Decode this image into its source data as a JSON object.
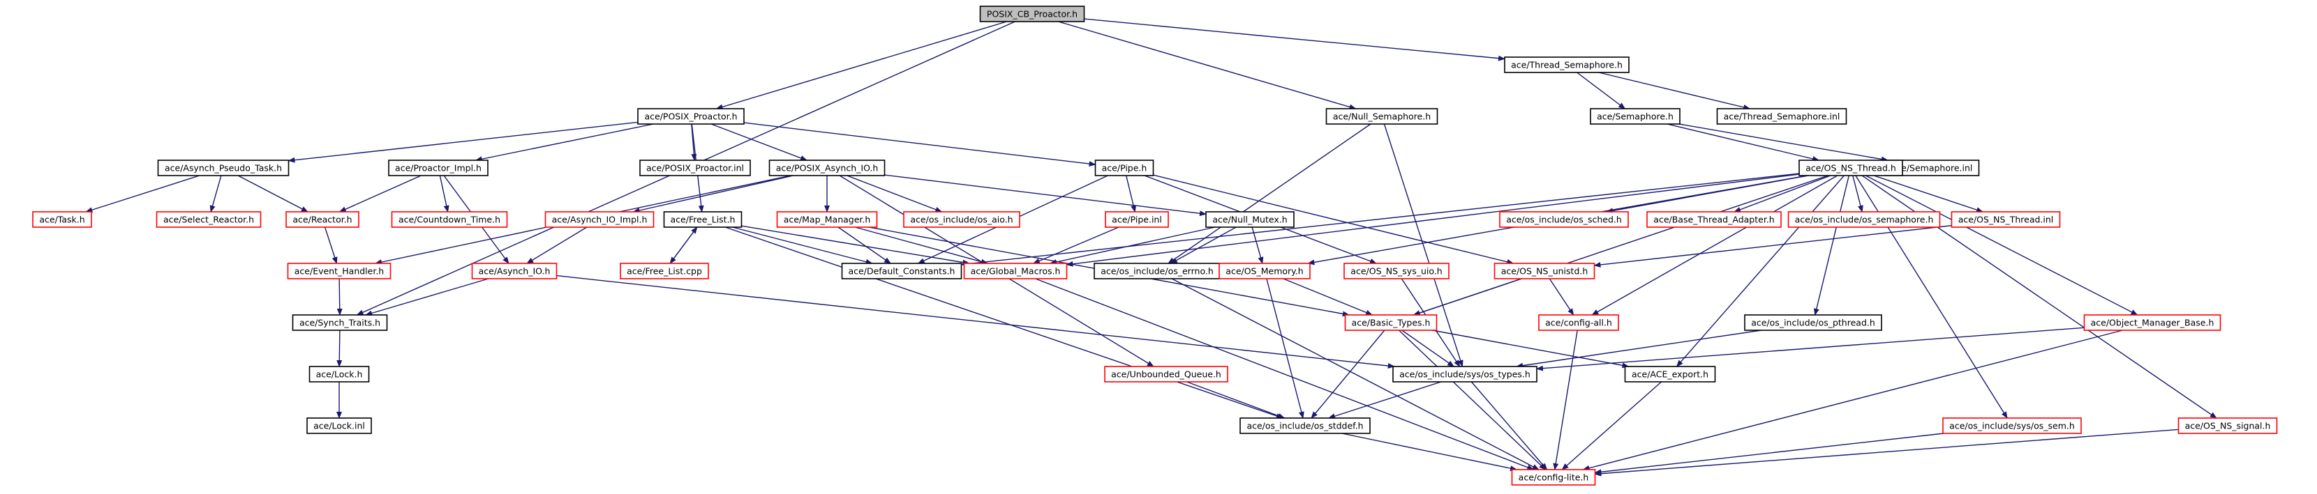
{
  "diagram": {
    "colors": {
      "documented_border": "#000000",
      "undocumented_border": "#ff0000",
      "root_fill": "#bfbfbf",
      "node_fill": "#ffffff",
      "edge": "#191970"
    },
    "nodes": [
      {
        "id": "root",
        "label": "POSIX_CB_Proactor.h",
        "style": "root"
      },
      {
        "id": "thread_semaphore_h",
        "label": "ace/Thread_Semaphore.h",
        "style": "documented"
      },
      {
        "id": "posix_proactor_h",
        "label": "ace/POSIX_Proactor.h",
        "style": "documented"
      },
      {
        "id": "null_semaphore_h",
        "label": "ace/Null_Semaphore.h",
        "style": "documented"
      },
      {
        "id": "semaphore_h",
        "label": "ace/Semaphore.h",
        "style": "documented"
      },
      {
        "id": "thread_semaphore_inl",
        "label": "ace/Thread_Semaphore.inl",
        "style": "documented"
      },
      {
        "id": "asynch_pseudo_task_h",
        "label": "ace/Asynch_Pseudo_Task.h",
        "style": "documented"
      },
      {
        "id": "proactor_impl_h",
        "label": "ace/Proactor_Impl.h",
        "style": "documented"
      },
      {
        "id": "posix_proactor_inl",
        "label": "ace/POSIX_Proactor.inl",
        "style": "documented"
      },
      {
        "id": "posix_asynch_io_h",
        "label": "ace/POSIX_Asynch_IO.h",
        "style": "documented"
      },
      {
        "id": "pipe_h",
        "label": "ace/Pipe.h",
        "style": "documented"
      },
      {
        "id": "semaphore_inl",
        "label": "ace/Semaphore.inl",
        "style": "documented"
      },
      {
        "id": "os_ns_thread_h",
        "label": "ace/OS_NS_Thread.h",
        "style": "documented"
      },
      {
        "id": "task_h",
        "label": "ace/Task.h",
        "style": "undocumented"
      },
      {
        "id": "select_reactor_h",
        "label": "ace/Select_Reactor.h",
        "style": "undocumented"
      },
      {
        "id": "reactor_h",
        "label": "ace/Reactor.h",
        "style": "undocumented"
      },
      {
        "id": "countdown_time_h",
        "label": "ace/Countdown_Time.h",
        "style": "undocumented"
      },
      {
        "id": "asynch_io_impl_h",
        "label": "ace/Asynch_IO_Impl.h",
        "style": "undocumented"
      },
      {
        "id": "free_list_h",
        "label": "ace/Free_List.h",
        "style": "documented"
      },
      {
        "id": "map_manager_h",
        "label": "ace/Map_Manager.h",
        "style": "undocumented"
      },
      {
        "id": "os_aio_h",
        "label": "ace/os_include/os_aio.h",
        "style": "undocumented"
      },
      {
        "id": "pipe_inl",
        "label": "ace/Pipe.inl",
        "style": "undocumented"
      },
      {
        "id": "null_mutex_h",
        "label": "ace/Null_Mutex.h",
        "style": "documented"
      },
      {
        "id": "os_sched_h",
        "label": "ace/os_include/os_sched.h",
        "style": "undocumented"
      },
      {
        "id": "base_thread_adapter_h",
        "label": "ace/Base_Thread_Adapter.h",
        "style": "undocumented"
      },
      {
        "id": "os_semaphore_h",
        "label": "ace/os_include/os_semaphore.h",
        "style": "undocumented"
      },
      {
        "id": "os_ns_thread_inl",
        "label": "ace/OS_NS_Thread.inl",
        "style": "undocumented"
      },
      {
        "id": "event_handler_h",
        "label": "ace/Event_Handler.h",
        "style": "undocumented"
      },
      {
        "id": "asynch_io_h",
        "label": "ace/Asynch_IO.h",
        "style": "undocumented"
      },
      {
        "id": "free_list_cpp",
        "label": "ace/Free_List.cpp",
        "style": "undocumented"
      },
      {
        "id": "default_constants_h",
        "label": "ace/Default_Constants.h",
        "style": "documented"
      },
      {
        "id": "global_macros_h",
        "label": "ace/Global_Macros.h",
        "style": "undocumented"
      },
      {
        "id": "os_errno_h",
        "label": "ace/os_include/os_errno.h",
        "style": "documented"
      },
      {
        "id": "os_memory_h",
        "label": "ace/OS_Memory.h",
        "style": "undocumented"
      },
      {
        "id": "os_ns_sys_uio_h",
        "label": "ace/OS_NS_sys_uio.h",
        "style": "undocumented"
      },
      {
        "id": "os_ns_unistd_h",
        "label": "ace/OS_NS_unistd.h",
        "style": "undocumented"
      },
      {
        "id": "synch_traits_h",
        "label": "ace/Synch_Traits.h",
        "style": "documented"
      },
      {
        "id": "basic_types_h",
        "label": "ace/Basic_Types.h",
        "style": "undocumented"
      },
      {
        "id": "config_all_h",
        "label": "ace/config-all.h",
        "style": "undocumented"
      },
      {
        "id": "os_pthread_h",
        "label": "ace/os_include/os_pthread.h",
        "style": "documented"
      },
      {
        "id": "object_manager_base_h",
        "label": "ace/Object_Manager_Base.h",
        "style": "undocumented"
      },
      {
        "id": "lock_h",
        "label": "ace/Lock.h",
        "style": "documented"
      },
      {
        "id": "unbounded_queue_h",
        "label": "ace/Unbounded_Queue.h",
        "style": "undocumented"
      },
      {
        "id": "sys_os_types_h",
        "label": "ace/os_include/sys/os_types.h",
        "style": "documented"
      },
      {
        "id": "ace_export_h",
        "label": "ace/ACE_export.h",
        "style": "documented"
      },
      {
        "id": "lock_inl",
        "label": "ace/Lock.inl",
        "style": "documented"
      },
      {
        "id": "os_stddef_h",
        "label": "ace/os_include/os_stddef.h",
        "style": "documented"
      },
      {
        "id": "sys_os_sem_h",
        "label": "ace/os_include/sys/os_sem.h",
        "style": "undocumented"
      },
      {
        "id": "os_ns_signal_h",
        "label": "ace/OS_NS_signal.h",
        "style": "undocumented"
      },
      {
        "id": "config_lite_h",
        "label": "ace/config-lite.h",
        "style": "undocumented"
      }
    ],
    "edges": [
      [
        "root",
        "thread_semaphore_h"
      ],
      [
        "root",
        "posix_proactor_h"
      ],
      [
        "root",
        "null_semaphore_h"
      ],
      [
        "root",
        "synch_traits_h"
      ],
      [
        "thread_semaphore_h",
        "semaphore_h"
      ],
      [
        "thread_semaphore_h",
        "thread_semaphore_inl"
      ],
      [
        "posix_proactor_h",
        "asynch_pseudo_task_h"
      ],
      [
        "posix_proactor_h",
        "proactor_impl_h"
      ],
      [
        "posix_proactor_h",
        "posix_proactor_inl"
      ],
      [
        "posix_proactor_h",
        "posix_asynch_io_h"
      ],
      [
        "posix_proactor_h",
        "pipe_h"
      ],
      [
        "posix_proactor_h",
        "free_list_h"
      ],
      [
        "null_semaphore_h",
        "os_errno_h"
      ],
      [
        "null_semaphore_h",
        "sys_os_types_h"
      ],
      [
        "semaphore_h",
        "os_ns_thread_h"
      ],
      [
        "semaphore_h",
        "semaphore_inl"
      ],
      [
        "asynch_pseudo_task_h",
        "task_h"
      ],
      [
        "asynch_pseudo_task_h",
        "select_reactor_h"
      ],
      [
        "asynch_pseudo_task_h",
        "reactor_h"
      ],
      [
        "proactor_impl_h",
        "reactor_h"
      ],
      [
        "proactor_impl_h",
        "countdown_time_h"
      ],
      [
        "proactor_impl_h",
        "asynch_io_h"
      ],
      [
        "posix_asynch_io_h",
        "asynch_io_impl_h"
      ],
      [
        "posix_asynch_io_h",
        "map_manager_h"
      ],
      [
        "posix_asynch_io_h",
        "os_aio_h"
      ],
      [
        "posix_asynch_io_h",
        "null_mutex_h"
      ],
      [
        "posix_asynch_io_h",
        "event_handler_h"
      ],
      [
        "posix_asynch_io_h",
        "unbounded_queue_h"
      ],
      [
        "pipe_h",
        "pipe_inl"
      ],
      [
        "pipe_h",
        "default_constants_h"
      ],
      [
        "pipe_h",
        "os_ns_sys_uio_h"
      ],
      [
        "pipe_h",
        "os_ns_unistd_h"
      ],
      [
        "os_ns_thread_h",
        "os_sched_h"
      ],
      [
        "os_ns_thread_h",
        "base_thread_adapter_h"
      ],
      [
        "os_ns_thread_h",
        "os_semaphore_h"
      ],
      [
        "os_ns_thread_h",
        "os_ns_thread_inl"
      ],
      [
        "os_ns_thread_h",
        "global_macros_h"
      ],
      [
        "os_ns_thread_h",
        "default_constants_h"
      ],
      [
        "os_ns_thread_h",
        "os_memory_h"
      ],
      [
        "os_ns_thread_h",
        "basic_types_h"
      ],
      [
        "os_ns_thread_h",
        "config_all_h"
      ],
      [
        "os_ns_thread_h",
        "os_pthread_h"
      ],
      [
        "os_ns_thread_h",
        "object_manager_base_h"
      ],
      [
        "os_ns_thread_h",
        "ace_export_h"
      ],
      [
        "os_ns_thread_h",
        "sys_os_sem_h"
      ],
      [
        "os_ns_thread_h",
        "os_ns_signal_h"
      ],
      [
        "reactor_h",
        "event_handler_h"
      ],
      [
        "asynch_io_impl_h",
        "asynch_io_h"
      ],
      [
        "free_list_h",
        "free_list_cpp"
      ],
      [
        "free_list_h",
        "default_constants_h"
      ],
      [
        "free_list_h",
        "global_macros_h"
      ],
      [
        "free_list_h",
        "os_stddef_h"
      ],
      [
        "free_list_cpp",
        "free_list_h"
      ],
      [
        "map_manager_h",
        "default_constants_h"
      ],
      [
        "map_manager_h",
        "global_macros_h"
      ],
      [
        "map_manager_h",
        "basic_types_h"
      ],
      [
        "pipe_inl",
        "global_macros_h"
      ],
      [
        "null_mutex_h",
        "global_macros_h"
      ],
      [
        "null_mutex_h",
        "os_errno_h"
      ],
      [
        "null_mutex_h",
        "os_memory_h"
      ],
      [
        "os_ns_thread_inl",
        "os_ns_unistd_h"
      ],
      [
        "event_handler_h",
        "synch_traits_h"
      ],
      [
        "asynch_io_h",
        "synch_traits_h"
      ],
      [
        "asynch_io_h",
        "sys_os_types_h"
      ],
      [
        "global_macros_h",
        "config_lite_h"
      ],
      [
        "os_errno_h",
        "config_lite_h"
      ],
      [
        "os_memory_h",
        "basic_types_h"
      ],
      [
        "os_memory_h",
        "os_stddef_h"
      ],
      [
        "os_ns_sys_uio_h",
        "sys_os_types_h"
      ],
      [
        "os_ns_unistd_h",
        "basic_types_h"
      ],
      [
        "os_ns_unistd_h",
        "config_all_h"
      ],
      [
        "synch_traits_h",
        "lock_h"
      ],
      [
        "basic_types_h",
        "sys_os_types_h"
      ],
      [
        "basic_types_h",
        "ace_export_h"
      ],
      [
        "basic_types_h",
        "os_stddef_h"
      ],
      [
        "basic_types_h",
        "config_lite_h"
      ],
      [
        "config_all_h",
        "config_lite_h"
      ],
      [
        "os_pthread_h",
        "sys_os_types_h"
      ],
      [
        "object_manager_base_h",
        "sys_os_types_h"
      ],
      [
        "object_manager_base_h",
        "config_lite_h"
      ],
      [
        "lock_h",
        "lock_inl"
      ],
      [
        "unbounded_queue_h",
        "os_stddef_h"
      ],
      [
        "sys_os_types_h",
        "os_stddef_h"
      ],
      [
        "sys_os_types_h",
        "config_lite_h"
      ],
      [
        "ace_export_h",
        "config_lite_h"
      ],
      [
        "os_stddef_h",
        "config_lite_h"
      ],
      [
        "sys_os_sem_h",
        "config_lite_h"
      ],
      [
        "os_ns_signal_h",
        "config_lite_h"
      ]
    ]
  }
}
